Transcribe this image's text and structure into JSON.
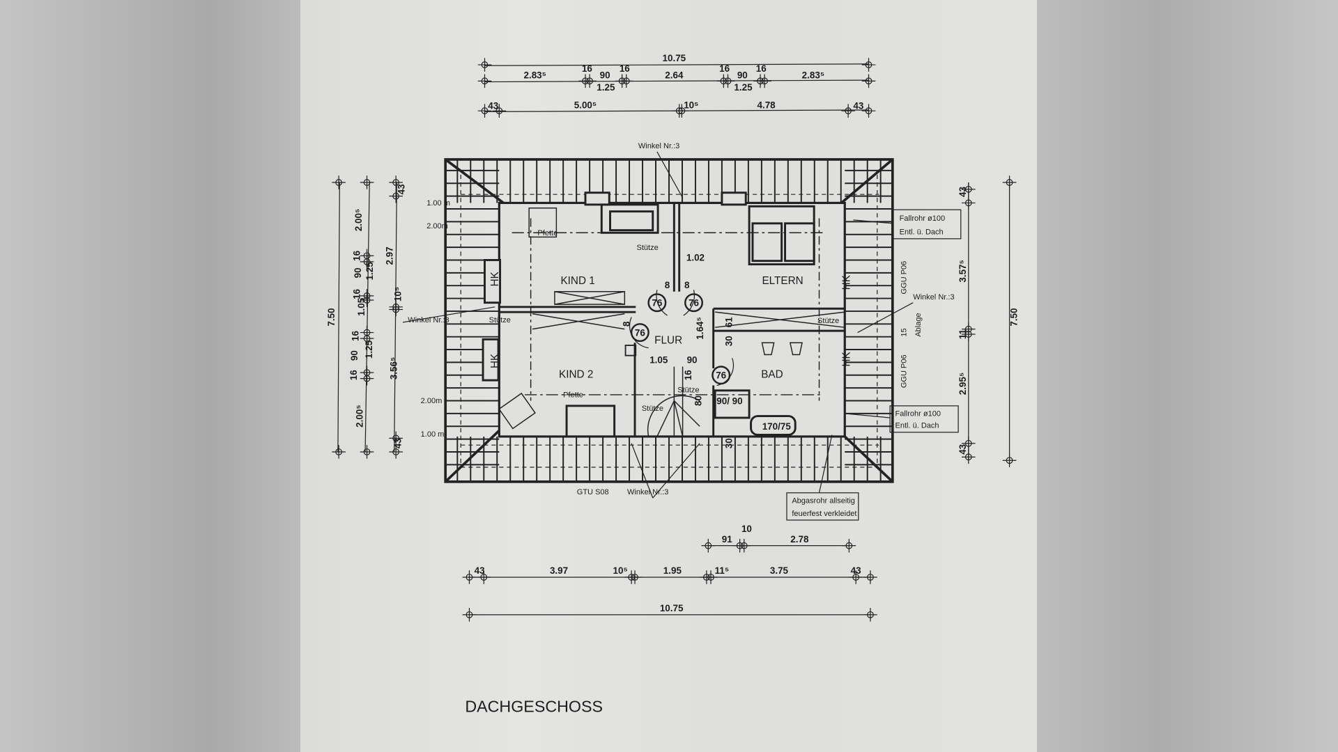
{
  "title": "DACHGESCHOSS",
  "rooms": [
    "KIND 1",
    "ELTERN",
    "FLUR",
    "KIND 2",
    "BAD"
  ],
  "dims_top": {
    "overall": "10.75",
    "row2": [
      "2.83⁵",
      "16",
      "90",
      "1.25",
      "16",
      "2.64",
      "16",
      "90",
      "1.25",
      "16",
      "2.83⁵"
    ],
    "row3": [
      "43",
      "5.00⁵",
      "10⁵",
      "4.78",
      "43"
    ]
  },
  "dims_left": {
    "overall": "7.50",
    "col1": [
      "2.00⁵",
      "16",
      "90",
      "1.25",
      "16",
      "1.05",
      "16",
      "90",
      "1.25",
      "16",
      "2.00⁵"
    ],
    "col2": [
      "43",
      "2.97",
      "10⁵",
      "3.56⁵",
      "43"
    ],
    "heights": [
      "1.00 m",
      "2.00m",
      "2.00m",
      "1.00 m"
    ]
  },
  "dims_right": {
    "overall": "7.50",
    "col": [
      "43",
      "3.57⁵",
      "11",
      "2.95⁵",
      "43"
    ]
  },
  "dims_bottom": {
    "row1": [
      "91",
      "10",
      "2.78"
    ],
    "row2": [
      "43",
      "3.97",
      "10⁵",
      "1.95",
      "11⁵",
      "3.75",
      "43"
    ],
    "overall": "10.75"
  },
  "interior_dims": [
    "1.02",
    "8",
    "8",
    "8",
    "1.05",
    "90",
    "1.64⁵",
    "61",
    "30",
    "16",
    "80",
    "90/\n90",
    "170/75",
    "30"
  ],
  "door_widths": [
    "76",
    "76",
    "76",
    "76"
  ],
  "labels": {
    "stuetze": [
      "Stütze",
      "Stütze",
      "Stütze",
      "Stütze",
      "Stütze"
    ],
    "pfette": [
      "Pfette",
      "Pfette"
    ],
    "hk": [
      "HK",
      "HK",
      "HK",
      "HK"
    ],
    "winkel": [
      "Winkel Nr.:3",
      "Winkel Nr.:3",
      "Winkel Nr.:3",
      "Winkel Nr.:3"
    ],
    "fallrohr_1": [
      "Fallrohr ø100",
      "Entl. ü. Dach"
    ],
    "fallrohr_2": [
      "Fallrohr ø100",
      "Entl. ü. Dach"
    ],
    "ggu_1": "GGU P06",
    "ggu_2": "GGU P06",
    "ggu_2_dim": "15",
    "ablage": "Ablage",
    "gtu": "GTU S08",
    "abgasrohr": [
      "Abgasrohr allseitig",
      "feuerfest verkleidet"
    ]
  }
}
